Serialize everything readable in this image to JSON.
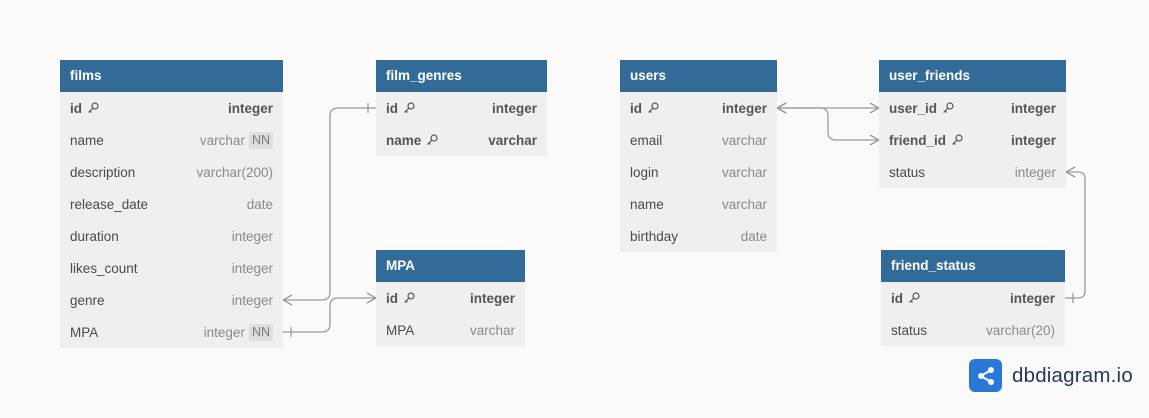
{
  "tables": [
    {
      "id": "films",
      "name": "films",
      "fields": [
        {
          "name": "id",
          "type": "integer",
          "pk": true
        },
        {
          "name": "name",
          "type": "varchar",
          "nn": "NN"
        },
        {
          "name": "description",
          "type": "varchar(200)"
        },
        {
          "name": "release_date",
          "type": "date"
        },
        {
          "name": "duration",
          "type": "integer"
        },
        {
          "name": "likes_count",
          "type": "integer"
        },
        {
          "name": "genre",
          "type": "integer"
        },
        {
          "name": "MPA",
          "type": "integer",
          "nn": "NN"
        }
      ]
    },
    {
      "id": "film_genres",
      "name": "film_genres",
      "fields": [
        {
          "name": "id",
          "type": "integer",
          "pk": true
        },
        {
          "name": "name",
          "type": "varchar",
          "pk": true
        }
      ]
    },
    {
      "id": "mpa",
      "name": "MPA",
      "fields": [
        {
          "name": "id",
          "type": "integer",
          "pk": true
        },
        {
          "name": "MPA",
          "type": "varchar"
        }
      ]
    },
    {
      "id": "users",
      "name": "users",
      "fields": [
        {
          "name": "id",
          "type": "integer",
          "pk": true
        },
        {
          "name": "email",
          "type": "varchar"
        },
        {
          "name": "login",
          "type": "varchar"
        },
        {
          "name": "name",
          "type": "varchar"
        },
        {
          "name": "birthday",
          "type": "date"
        }
      ]
    },
    {
      "id": "user_friends",
      "name": "user_friends",
      "fields": [
        {
          "name": "user_id",
          "type": "integer",
          "pk": true
        },
        {
          "name": "friend_id",
          "type": "integer",
          "pk": true
        },
        {
          "name": "status",
          "type": "integer"
        }
      ]
    },
    {
      "id": "friend_status",
      "name": "friend_status",
      "fields": [
        {
          "name": "id",
          "type": "integer",
          "pk": true
        },
        {
          "name": "status",
          "type": "varchar(20)"
        }
      ]
    }
  ],
  "relationships": [
    {
      "from": "films.genre",
      "to": "film_genres.id",
      "from_end": "many",
      "to_end": "one"
    },
    {
      "from": "films.MPA",
      "to": "mpa.id",
      "from_end": "one",
      "to_end": "many"
    },
    {
      "from": "users.id",
      "to": "user_friends.user_id",
      "from_end": "many",
      "to_end": "many"
    },
    {
      "from": "users.id",
      "to": "user_friends.friend_id",
      "from_end": "many",
      "to_end": "many"
    },
    {
      "from": "user_friends.status",
      "to": "friend_status.id",
      "from_end": "many",
      "to_end": "one"
    }
  ],
  "brand": {
    "name": "dbdiagram.io",
    "icon": "share-icon",
    "color": "#2a78d6"
  },
  "colors": {
    "header": "#336b98",
    "row": "#efefef",
    "line": "#9a9a9a"
  }
}
